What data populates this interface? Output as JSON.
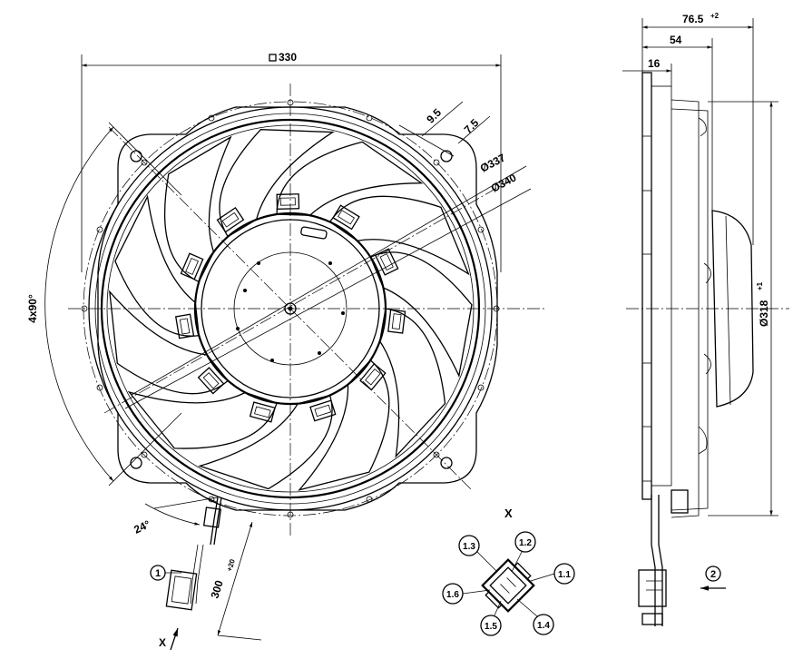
{
  "front_view": {
    "width_dim": "330",
    "dia_outer": "Ø340",
    "dia_inner": "Ø337",
    "dim_9_5": "9.5",
    "dim_7_5": "7.5",
    "angle_pattern": "4x90°",
    "angle_cable": "24°",
    "cable_length": "300",
    "cable_tol": "+20",
    "callout_1": "1",
    "view_marker": "X"
  },
  "side_view": {
    "depth_total": "76.5",
    "depth_total_tol": "+2",
    "depth_54": "54",
    "depth_16": "16",
    "dia_318": "Ø318",
    "dia_318_tol": "+1",
    "callout_2": "2"
  },
  "connector_view": {
    "title": "X",
    "pins": [
      "1.1",
      "1.2",
      "1.3",
      "1.4",
      "1.5",
      "1.6"
    ]
  }
}
